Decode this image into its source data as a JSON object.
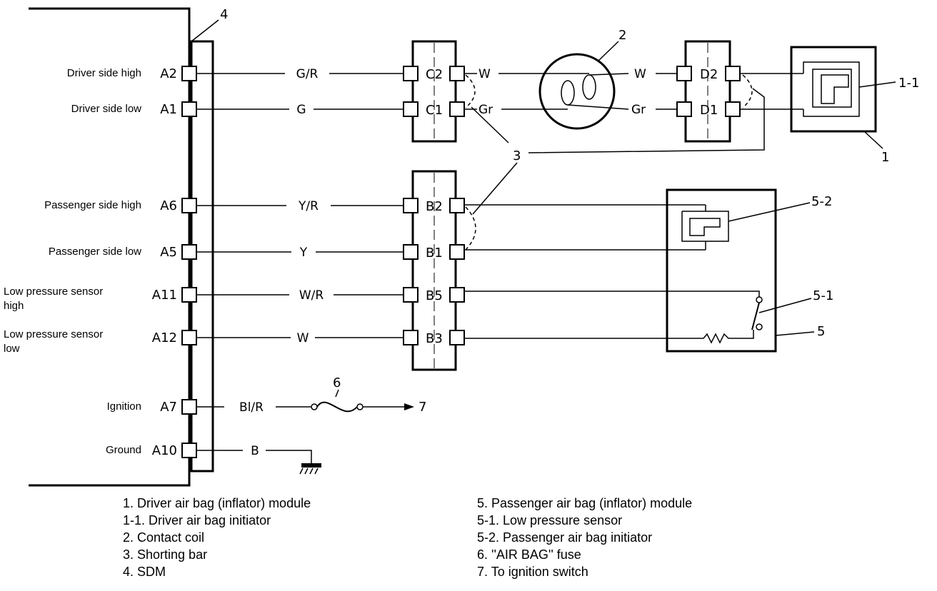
{
  "sdm_terminals": [
    {
      "id": "A2",
      "label": [
        "Driver side high"
      ],
      "wire": "G/R"
    },
    {
      "id": "A1",
      "label": [
        "Driver side low"
      ],
      "wire": "G"
    },
    {
      "id": "A6",
      "label": [
        "Passenger side high"
      ],
      "wire": "Y/R"
    },
    {
      "id": "A5",
      "label": [
        "Passenger side low"
      ],
      "wire": "Y"
    },
    {
      "id": "A11",
      "label": [
        "Low pressure sensor",
        "high"
      ],
      "wire": "W/R"
    },
    {
      "id": "A12",
      "label": [
        "Low pressure sensor",
        "low"
      ],
      "wire": "W"
    },
    {
      "id": "A7",
      "label": [
        "Ignition"
      ],
      "wire": "Bl/R"
    },
    {
      "id": "A10",
      "label": [
        "Ground"
      ],
      "wire": "B"
    }
  ],
  "connector_c": {
    "pins": [
      "C2",
      "C1"
    ],
    "out_wires": [
      "W",
      "Gr"
    ]
  },
  "connector_d": {
    "pins": [
      "D2",
      "D1"
    ],
    "in_wires": [
      "W",
      "Gr"
    ]
  },
  "connector_b": {
    "pins": [
      "B2",
      "B1",
      "B5",
      "B3"
    ]
  },
  "callouts": {
    "sdm": "4",
    "contact_coil": "2",
    "shorting_bar": "3",
    "driver_module": "1",
    "driver_initiator": "1-1",
    "passenger_initiator": "5-2",
    "low_pressure_sensor": "5-1",
    "passenger_module": "5",
    "fuse": "6",
    "ignition_switch": "7"
  },
  "legend_left": [
    "1. Driver air bag (inflator) module",
    "1-1. Driver air bag initiator",
    "2. Contact coil",
    "3. Shorting bar",
    "4. SDM"
  ],
  "legend_right": [
    "5. Passenger air bag (inflator) module",
    "5-1. Low pressure sensor",
    "5-2. Passenger air bag initiator",
    "6. ''AIR BAG'' fuse",
    "7. To ignition switch"
  ]
}
